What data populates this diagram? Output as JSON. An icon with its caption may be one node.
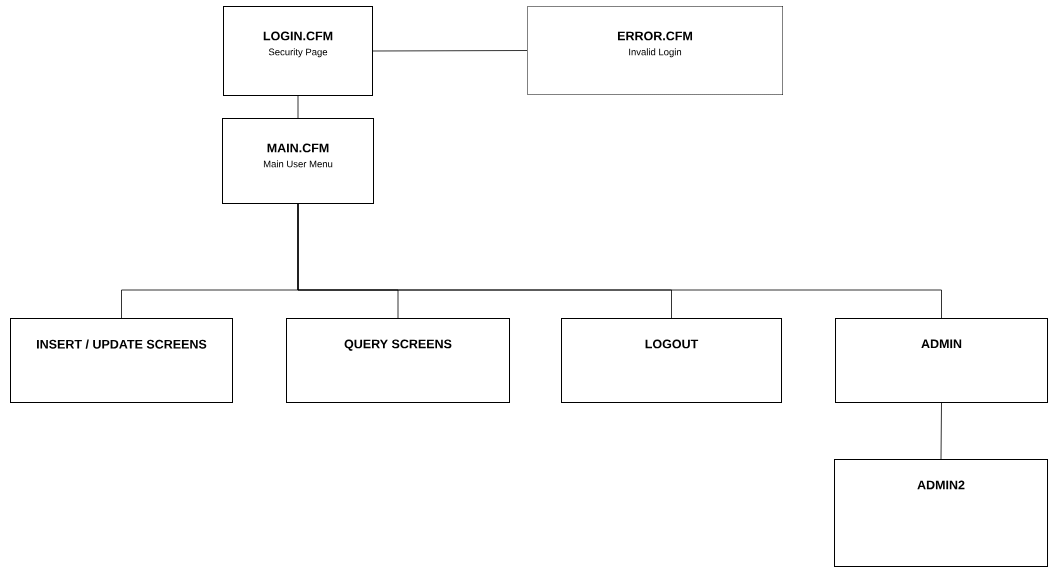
{
  "diagram": {
    "nodes": [
      {
        "text": [
          "LOGIN.CFM",
          "Security Page"
        ]
      },
      {
        "text": [
          "ERROR.CFM",
          "Invalid Login"
        ]
      },
      {
        "text": [
          "MAIN.CFM",
          "Main User Menu"
        ]
      },
      {
        "text": [
          "INSERT / UPDATE SCREENS"
        ]
      },
      {
        "text": [
          "QUERY SCREENS"
        ]
      },
      {
        "text": [
          "LOGOUT"
        ]
      },
      {
        "text": [
          "ADMIN"
        ]
      },
      {
        "text": [
          "ADMIN2"
        ]
      }
    ],
    "edges": [
      {
        "from": 0,
        "to": 1,
        "arrow": "none"
      },
      {
        "from": 0,
        "to": 2,
        "arrow": "none"
      },
      {
        "from": 2,
        "to": 3,
        "arrow": "none"
      },
      {
        "from": 2,
        "to": 4,
        "arrow": "none"
      },
      {
        "from": 2,
        "to": 5,
        "arrow": "none"
      },
      {
        "from": 2,
        "to": 6,
        "arrow": "none"
      },
      {
        "from": 6,
        "to": 7,
        "arrow": "none"
      }
    ]
  }
}
